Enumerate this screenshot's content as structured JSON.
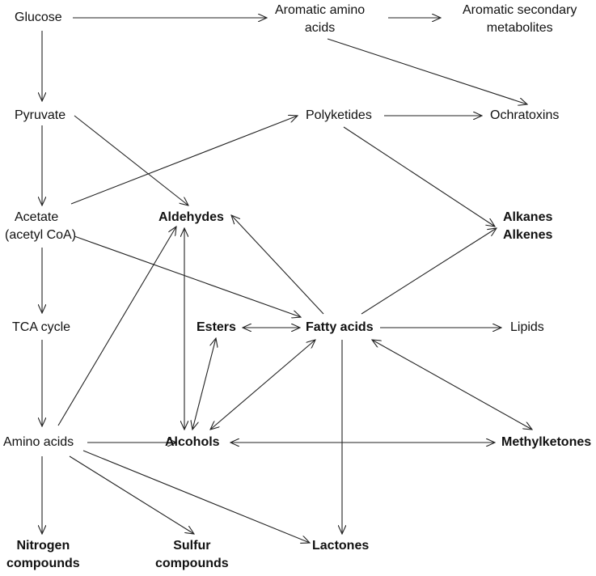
{
  "nodes": {
    "glucose": [
      "Glucose"
    ],
    "aromatic_amino_acids": [
      "Aromatic amino",
      "acids"
    ],
    "aromatic_secondary_metabolites": [
      "Aromatic secondary",
      "metabolites"
    ],
    "pyruvate": [
      "Pyruvate"
    ],
    "polyketides": [
      "Polyketides"
    ],
    "ochratoxins": [
      "Ochratoxins"
    ],
    "acetate": [
      "Acetate",
      "(acetyl CoA)"
    ],
    "aldehydes": [
      "Aldehydes"
    ],
    "alkanes_alkenes": [
      "Alkanes",
      "Alkenes"
    ],
    "tca_cycle": [
      "TCA cycle"
    ],
    "esters": [
      "Esters"
    ],
    "fatty_acids": [
      "Fatty acids"
    ],
    "lipids": [
      "Lipids"
    ],
    "amino_acids": [
      "Amino acids"
    ],
    "alcohols": [
      "Alcohols"
    ],
    "methylketones": [
      "Methylketones"
    ],
    "nitrogen_compounds": [
      "Nitrogen",
      "compounds"
    ],
    "sulfur_compounds": [
      "Sulfur",
      "compounds"
    ],
    "lactones": [
      "Lactones"
    ]
  }
}
